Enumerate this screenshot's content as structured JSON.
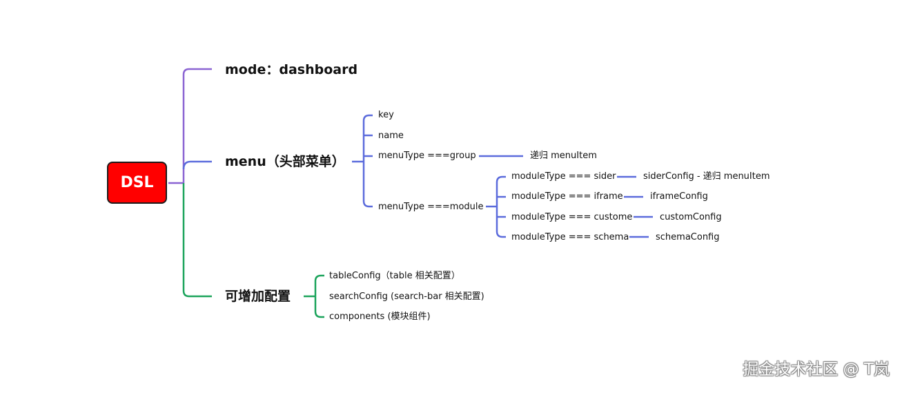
{
  "colors": {
    "background": "#ffffff",
    "root_fill": "#ff0000",
    "root_border": "#1a1a1a",
    "branch_mode": "#8a63d2",
    "branch_menu": "#5b6bdc",
    "branch_extra": "#1aa35a",
    "text": "#111111"
  },
  "root": {
    "label": "DSL"
  },
  "branches": {
    "mode": {
      "label": "mode：dashboard"
    },
    "menu": {
      "label": "menu（头部菜单）",
      "children": {
        "key": "key",
        "name": "name",
        "group": {
          "label": "menuType ===group",
          "leaf": "递归 menuItem"
        },
        "module": {
          "label": "menuType ===module",
          "children": [
            {
              "label": "moduleType === sider",
              "leaf": "siderConfig - 递归 menuItem"
            },
            {
              "label": "moduleType === iframe",
              "leaf": "iframeConfig"
            },
            {
              "label": "moduleType === custome",
              "leaf": "customConfig"
            },
            {
              "label": "moduleType === schema",
              "leaf": "schemaConfig"
            }
          ]
        }
      }
    },
    "extra": {
      "label": "可增加配置",
      "children": [
        "tableConfig（table 相关配置）",
        "searchConfig (search-bar 相关配置)",
        "components (模块组件)"
      ]
    }
  },
  "watermark": "掘金技术社区 @ T岚"
}
